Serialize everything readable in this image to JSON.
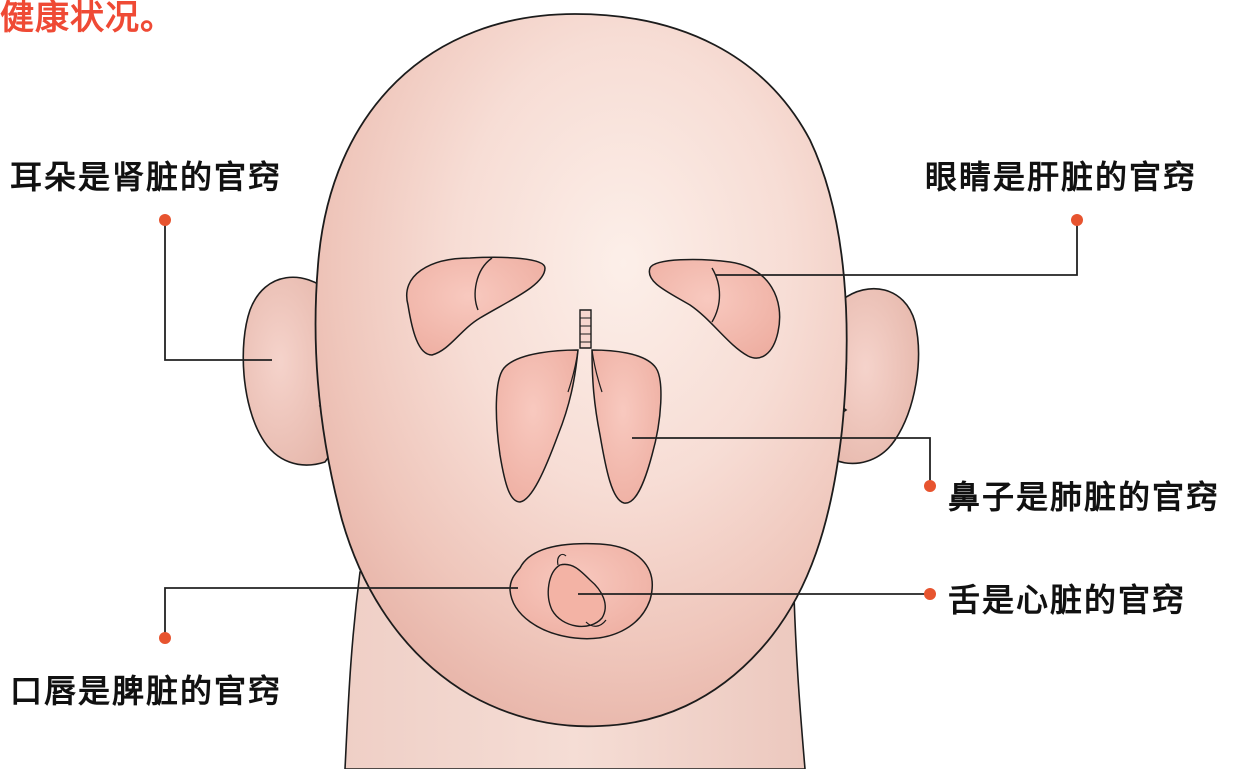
{
  "top_text": "健康状况。",
  "labels": {
    "ears": "耳朵是肾脏的官窍",
    "eyes": "眼睛是肝脏的官窍",
    "nose": "鼻子是肺脏的官窍",
    "tongue": "舌是心脏的官窍",
    "lips": "口唇是脾脏的官窍"
  },
  "colors": {
    "accent": "#ef4a35",
    "dot": "#e7542f",
    "face": "#f6d7cf",
    "face_shadow": "#e9bdb2",
    "organ": "#efb6aa",
    "line": "#222222"
  }
}
